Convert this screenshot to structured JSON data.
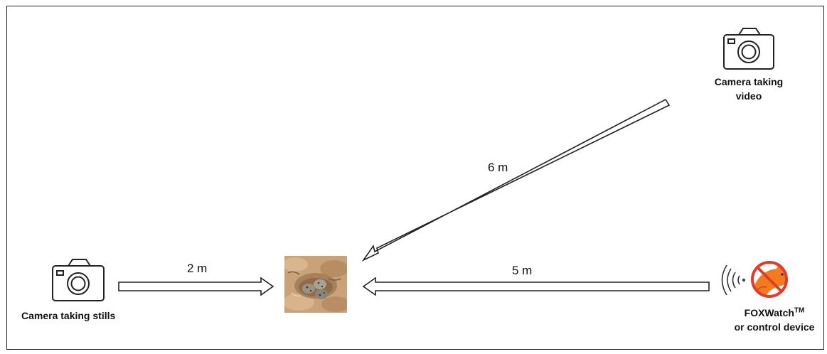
{
  "labels": {
    "still_camera": "Camera taking stills",
    "video_camera_line1": "Camera taking",
    "video_camera_line2": "video",
    "device_name": "FOXWatch",
    "device_trademark": "TM",
    "device_line2": "or control device"
  },
  "distances": {
    "still_to_nest": "2 m",
    "video_to_nest": "6 m",
    "device_to_nest": "5 m"
  },
  "icons": {
    "still_camera": "camera-icon",
    "video_camera": "camera-icon",
    "nest": "nest-photo",
    "device_signal": "signal-waves-icon",
    "device_logo": "no-fox-icon"
  },
  "colors": {
    "stroke": "#222222",
    "logo_orange": "#f47a20",
    "prohibit_red": "#e03c2a",
    "sand": "#c9a27a"
  }
}
